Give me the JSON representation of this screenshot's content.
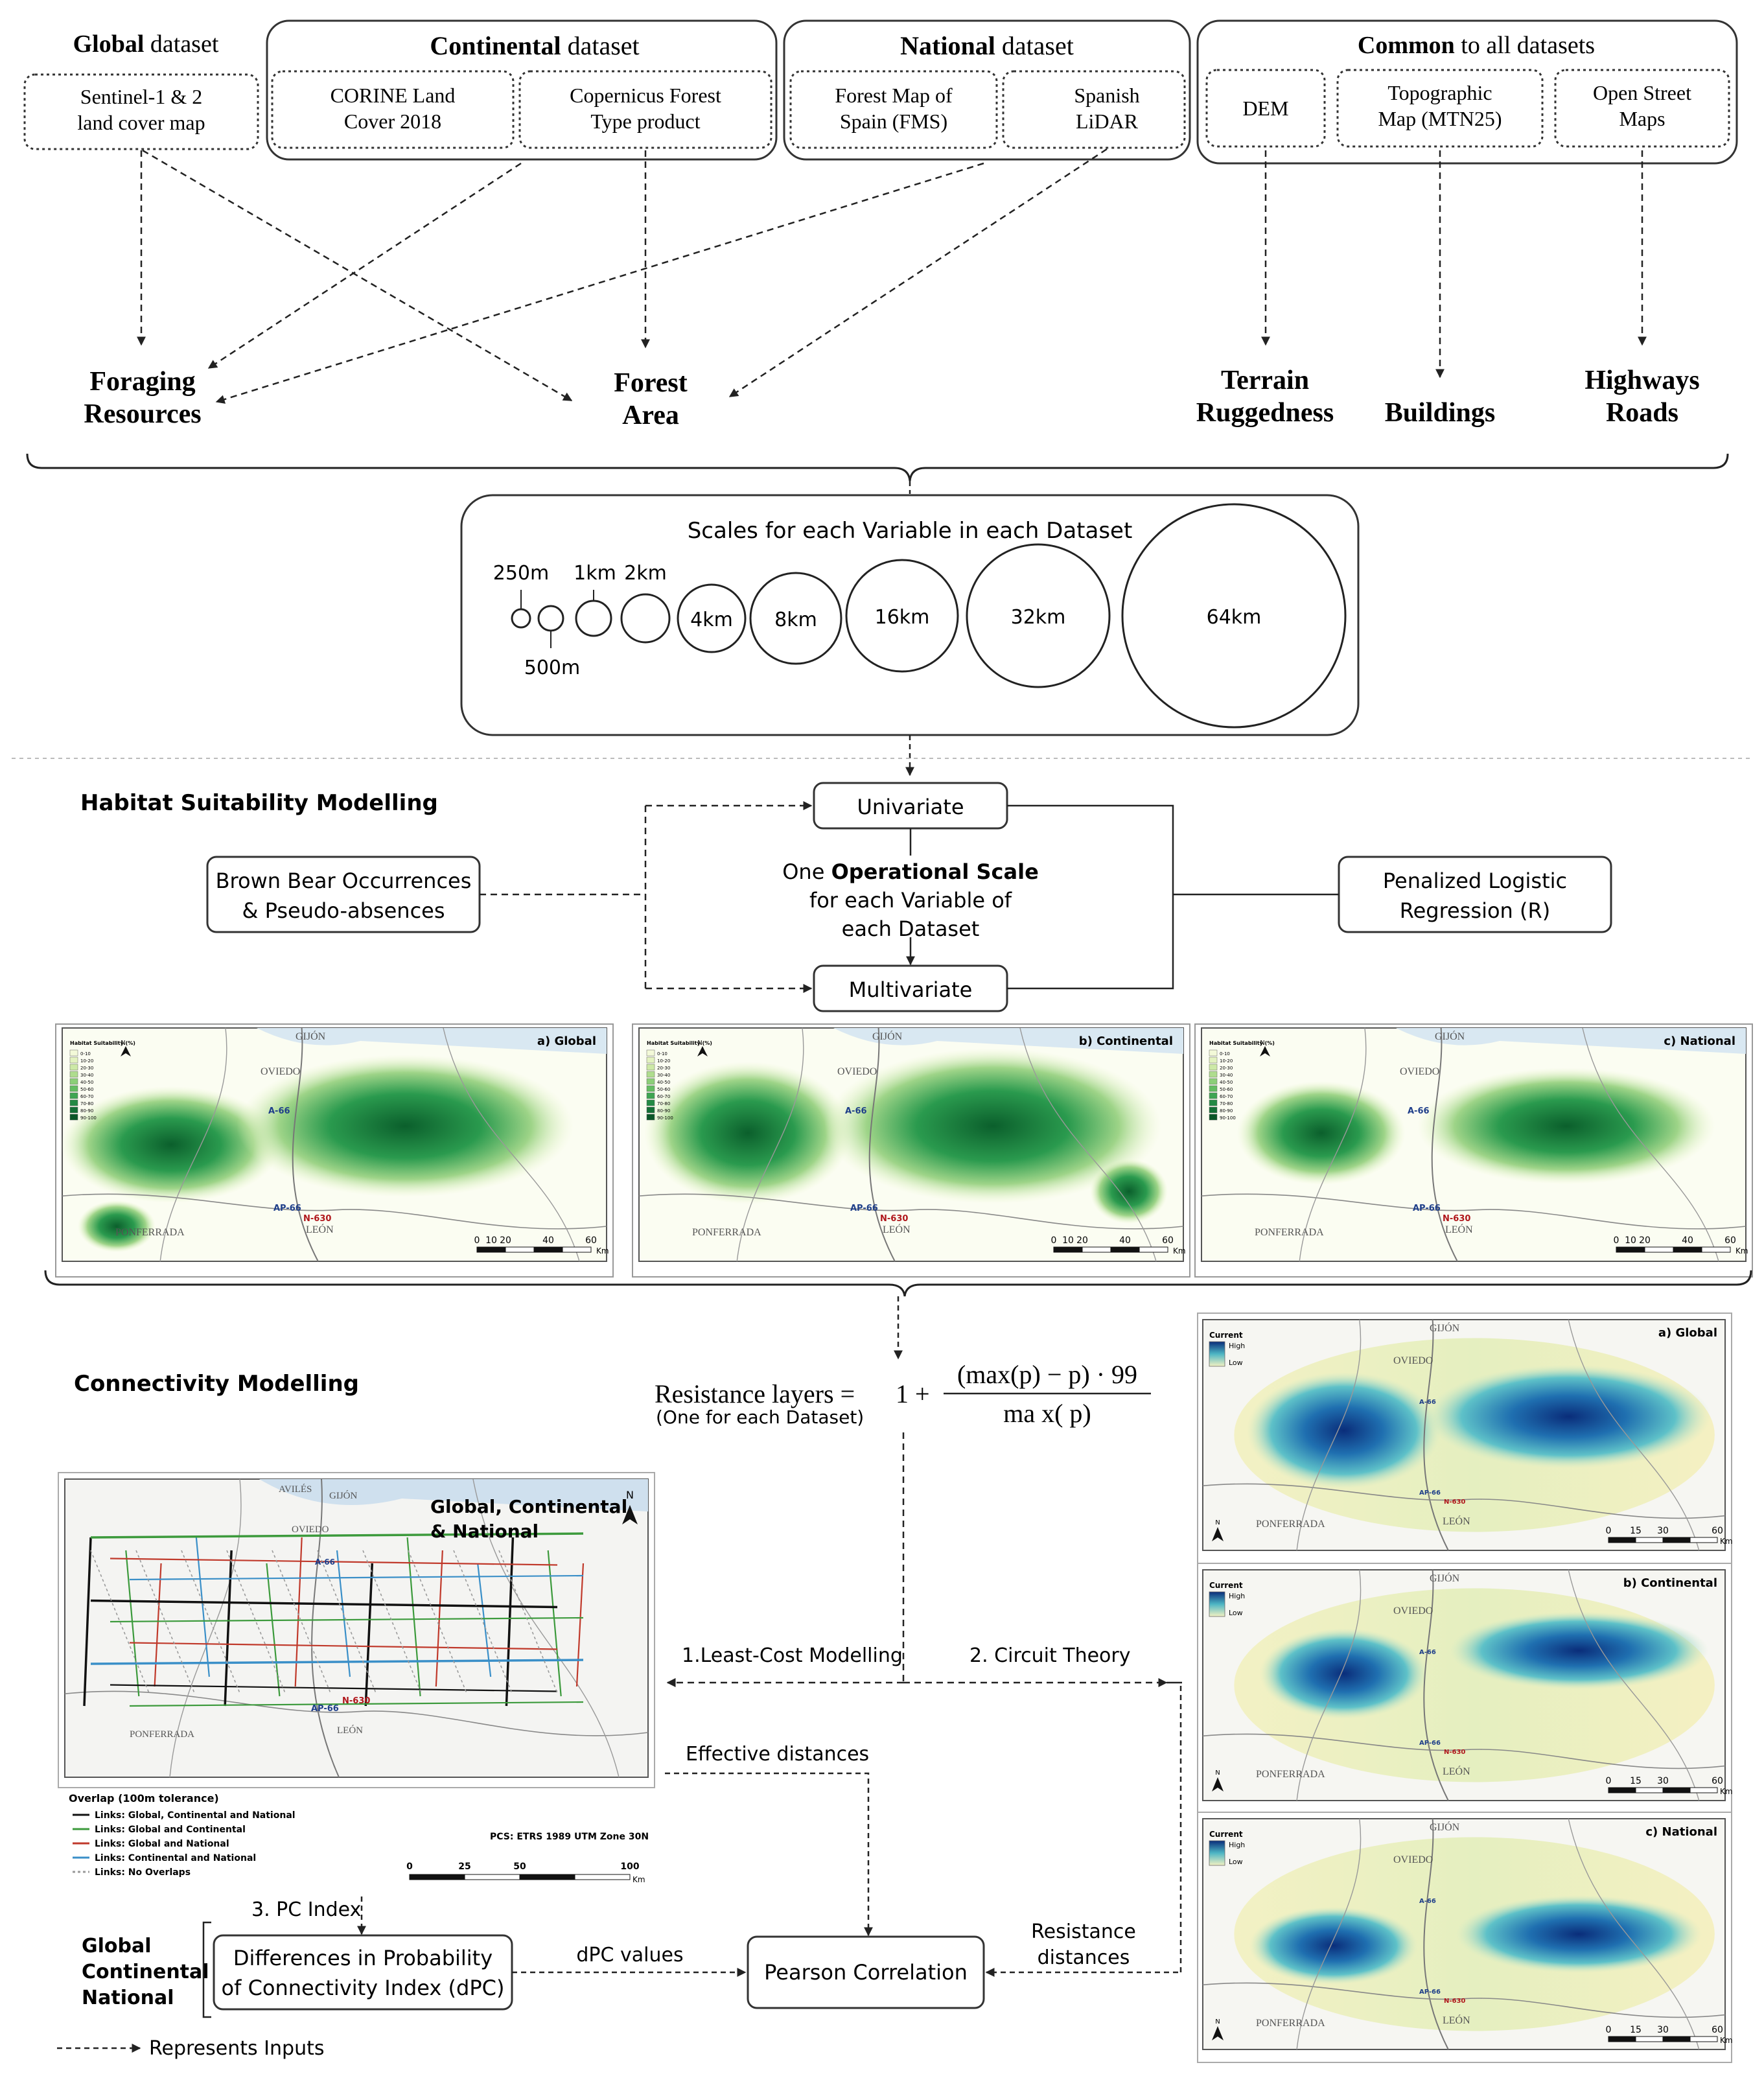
{
  "datasets": {
    "global": {
      "bold": "Global",
      "rest": " dataset"
    },
    "continental": {
      "bold": "Continental",
      "rest": " dataset"
    },
    "national": {
      "bold": "National",
      "rest": " dataset"
    },
    "common": {
      "bold": "Common",
      "rest": " to all datasets"
    }
  },
  "sources": {
    "sentinel": [
      "Sentinel-1 & 2",
      "land cover map"
    ],
    "corine": [
      "CORINE Land",
      "Cover 2018"
    ],
    "copernicus": [
      "Copernicus Forest",
      "Type product"
    ],
    "fms": [
      "Forest Map of",
      "Spain (FMS)"
    ],
    "lidar": [
      "Spanish",
      "LiDAR"
    ],
    "dem": [
      "DEM"
    ],
    "mtn25": [
      "Topographic",
      "Map (MTN25)"
    ],
    "osm": [
      "Open Street",
      "Maps"
    ]
  },
  "variables": {
    "foraging": [
      "Foraging",
      "Resources"
    ],
    "forest": [
      "Forest",
      "Area"
    ],
    "terrain": [
      "Terrain",
      "Ruggedness"
    ],
    "buildings": [
      "Buildings"
    ],
    "highways": [
      "Highways",
      "Roads"
    ]
  },
  "scales": {
    "title": "Scales for each Variable in each Dataset",
    "labels": {
      "s250": "250m",
      "s500": "500m",
      "s1k": "1km",
      "s2k": "2km",
      "s4k": "4km",
      "s8k": "8km",
      "s16k": "16km",
      "s32k": "32km",
      "s64k": "64km"
    }
  },
  "hsm": {
    "title": "Habitat Suitability Modelling",
    "univariate": "Univariate",
    "multivariate": "Multivariate",
    "occurrences": [
      "Brown Bear Occurrences",
      "& Pseudo-absences"
    ],
    "operational": {
      "pre": "One ",
      "bold": "Operational Scale",
      "line2": "for each Variable of",
      "line3": "each Dataset"
    },
    "regression": [
      "Penalized Logistic",
      "Regression (R)"
    ]
  },
  "suitability_maps": {
    "legend_title": "Habitat Suitability (%)",
    "legend_classes": [
      "0-10",
      "10-20",
      "20-30",
      "30-40",
      "40-50",
      "50-60",
      "60-70",
      "70-80",
      "80-90",
      "90-100"
    ],
    "panels": [
      "a) Global",
      "b) Continental",
      "c) National"
    ],
    "places": {
      "gijon": "GIJÓN",
      "oviedo": "OVIEDO",
      "ponferrada": "PONFERRADA",
      "leon": "LEÓN",
      "a66": "A-66",
      "ap66": "AP-66",
      "n630": "N-630"
    },
    "scalebar": [
      "0",
      "10",
      "20",
      "40",
      "60"
    ],
    "unit": "Km",
    "north": "N"
  },
  "connectivity": {
    "title": "Connectivity Modelling",
    "formula_left": "Resistance layers =",
    "formula_one": "1 +",
    "formula_num": "(max(p) − p) · 99",
    "formula_den": "ma x( p)",
    "formula_note": "(One for each Dataset)",
    "lcm": "1.Least-Cost Modelling",
    "circuit": "2. Circuit Theory",
    "effective": "Effective distances",
    "pc_index": "3. PC Index",
    "dpc": [
      "Differences in Probability",
      "of Connectivity Index (dPC)"
    ],
    "dpc_values": "dPC values",
    "pearson": "Pearson Correlation",
    "resistance": [
      "Resistance",
      "distances"
    ],
    "datasets_list": [
      "Global",
      "Continental",
      "National"
    ],
    "inputs_legend": "Represents Inputs"
  },
  "lcp_map": {
    "title": [
      "Global, Continental",
      "& National"
    ],
    "north": "N",
    "places": {
      "aviles": "AVILÉS",
      "gijon": "GIJÓN",
      "oviedo": "OVIEDO",
      "ponferrada": "PONFERRADA",
      "leon": "LEÓN",
      "a66": "A-66",
      "ap66": "AP-66",
      "n630": "N-630"
    },
    "legend_title": "Overlap (100m tolerance)",
    "legend": [
      "Links: Global, Continental and National",
      "Links: Global and Continental",
      "Links: Global and National",
      "Links: Continental and National",
      "Links: No Overlaps"
    ],
    "legend_colors": [
      "#111111",
      "#3c9a3c",
      "#c0392b",
      "#3a8fc8",
      "#9a9a9a"
    ],
    "pcs": "PCS: ETRS 1989 UTM Zone 30N",
    "scalebar": [
      "0",
      "25",
      "50",
      "100"
    ],
    "unit": "Km"
  },
  "current_maps": {
    "legend_title": "Current",
    "high": "High",
    "low": "Low",
    "panels": [
      "a) Global",
      "b) Continental",
      "c) National"
    ],
    "places": {
      "gijon": "GIJÓN",
      "oviedo": "OVIEDO",
      "ponferrada": "PONFERRADA",
      "leon": "LEÓN",
      "a66": "A-66",
      "ap66": "AP-66",
      "n630": "N-630"
    },
    "scalebar": [
      "0",
      "15",
      "30",
      "60"
    ],
    "unit": "Km",
    "north": "N"
  }
}
